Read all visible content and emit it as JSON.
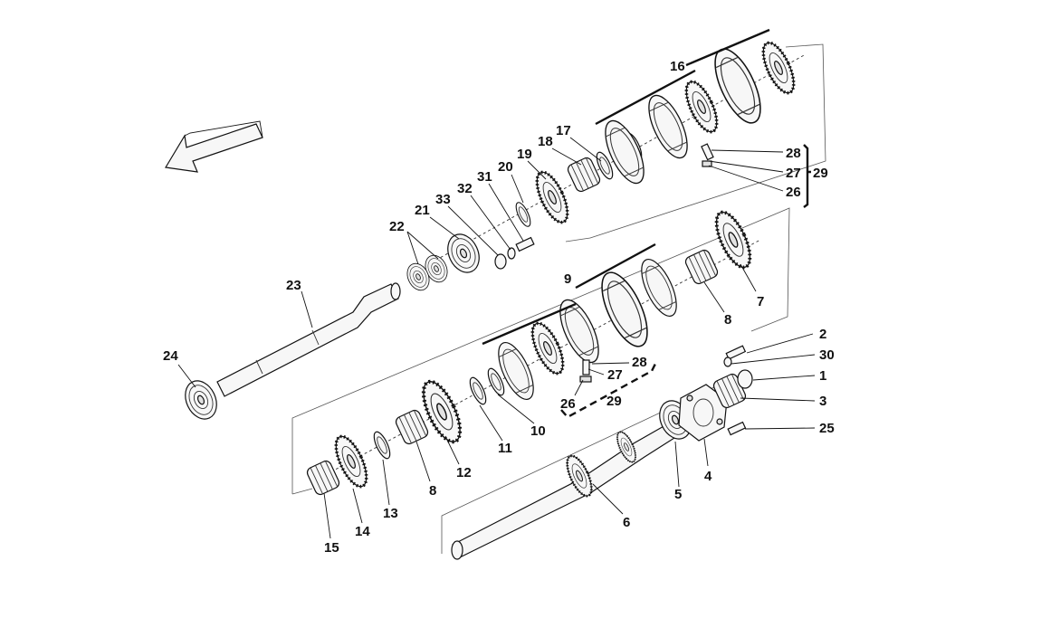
{
  "diagram": {
    "orientation_arrow": "left-arrow-icon",
    "part_labels": {
      "p1": "1",
      "p2": "2",
      "p3": "3",
      "p4": "4",
      "p5": "5",
      "p6": "6",
      "p7": "7",
      "p8a": "8",
      "p8b": "8",
      "p9": "9",
      "p10": "10",
      "p11": "11",
      "p12": "12",
      "p13": "13",
      "p14": "14",
      "p15": "15",
      "p16": "16",
      "p17": "17",
      "p18": "18",
      "p19": "19",
      "p20": "20",
      "p21": "21",
      "p22": "22",
      "p23": "23",
      "p24": "24",
      "p25": "25",
      "p26a": "26",
      "p26b": "26",
      "p27a": "27",
      "p27b": "27",
      "p28a": "28",
      "p28b": "28",
      "p29a": "29",
      "p29b": "29",
      "p30": "30",
      "p31": "31",
      "p32": "32",
      "p33": "33"
    }
  }
}
